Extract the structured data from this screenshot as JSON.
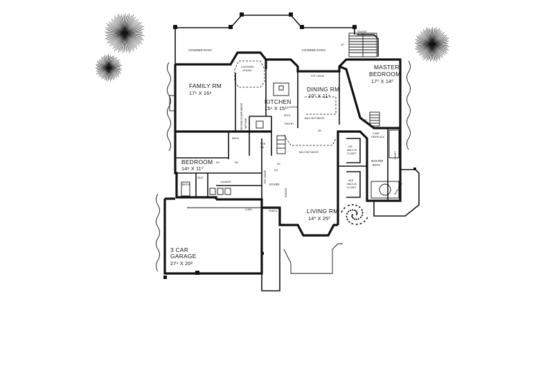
{
  "rooms": {
    "family": {
      "name": "FAMILY RM",
      "dim": "17⁶ X 16⁸"
    },
    "kitchen": {
      "name": "KITCHEN",
      "dim": "15⁴ X 15¹⁰"
    },
    "dining": {
      "name": "DINING RM",
      "dim": "10⁰ X 11⁴"
    },
    "master_bedroom": {
      "line1": "MASTER",
      "line2": "BEDROOM",
      "dim": "17⁰ X 14⁰"
    },
    "bedroom": {
      "name": "BEDROOM",
      "dim": "14⁸ X 11⁰"
    },
    "living": {
      "name": "LIVING RM",
      "dim": "14⁰ X 25⁰"
    },
    "garage": {
      "line1": "3 CAR",
      "line2": "GARAGE",
      "dim": "27⁴ X 20²"
    },
    "master_bath": {
      "line1": "MASTER",
      "line2": "BATH"
    }
  },
  "labels": {
    "covered_patio_left": "COVERED PATIO",
    "covered_patio_right": "COVERED PATIO",
    "railing": "RAILING",
    "up_stair": "UP",
    "pot_ledge_dining": "POT LEDGE",
    "coffered_ceiling_1": "COFFERED",
    "coffered_ceiling_2": "CEILING",
    "balcony_above_dining": "BALCONY ABOVE",
    "balcony_above_center": "BALCONY ABOVE",
    "eating": "EATING",
    "refg": "REFG",
    "pantry": "PANTRY",
    "second_floor_above": "SECOND FLOOR ABOVE",
    "wet_bar": "WET BAR",
    "pwdr_rm_1": "PDR",
    "pwdr_rm_2": "RM",
    "mech": "MECH",
    "bath": "BATH",
    "laundry": "LAUNDRY",
    "seat": "SEAT",
    "foyer": "FOYER",
    "porch": "PORCH",
    "curb": "CURB",
    "up_foyer": "UP",
    "railing_foyer": "RAILING",
    "pot_ledge_foyer": "POT LEDGE",
    "dn_1": "DN",
    "dn_2": "DN",
    "dn_3": "DN",
    "dn_4": "DN",
    "his_walkin_1": "HIS",
    "his_walkin_2": "WALK-IN",
    "his_walkin_3": "CLOSET",
    "her_walkin_1": "HER",
    "her_walkin_2": "WALK-IN",
    "her_walkin_3": "CLOSET",
    "three_way_1": "3 WAY",
    "three_way_2": "FIREPLACE",
    "vanity": "VANITY",
    "whirlpool": "WHIRLPOOL",
    "up_master": "UP"
  },
  "colors": {
    "ink": "#111111",
    "paper": "#ffffff"
  }
}
